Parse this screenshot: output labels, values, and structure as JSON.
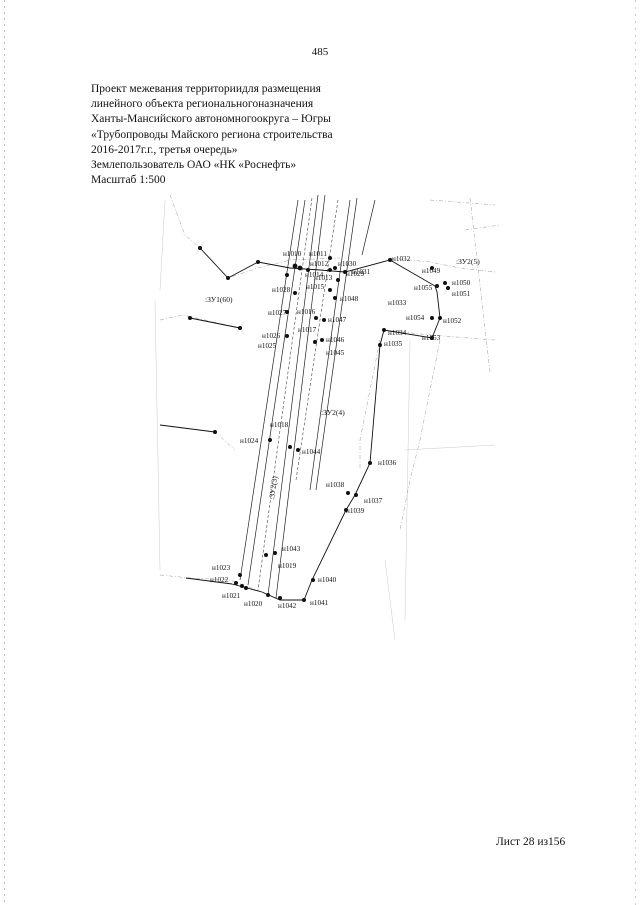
{
  "page_number": "485",
  "header": {
    "lines": [
      "Проект межевания территориидля размещения",
      "линейного объекта региональногоназначения",
      "Ханты-Мансийского автономногоокруга – Югры",
      "«Трубопроводы Майского региона строительства",
      "2016-2017г.г., третья очередь»",
      "Землепользователь ОАО «НК «Роснефть»",
      "Масштаб 1:500"
    ]
  },
  "plan": {
    "zones": [
      ":ЗУ1(60)",
      ":ЗУ2(4)",
      ":ЗУ2(3)",
      ":ЗУ2(5)"
    ],
    "points": [
      "н1010",
      "н1011",
      "н1012",
      "н1030",
      "н1031",
      "н1013",
      "н1032",
      "н1049",
      "н1014",
      "н1029",
      "н1015",
      "н1055",
      "н1050",
      "н1051",
      "н1028",
      "н1048",
      "н1033",
      "н1027",
      "н1016",
      "н1047",
      "н1054",
      "н1052",
      "н1026",
      "н1017",
      "н1046",
      "н1034",
      "н1053",
      "н1025",
      "н1045",
      "н1035",
      "н1018",
      "н1024",
      "н1044",
      "н1036",
      "н1038",
      "н1037",
      "н1039",
      "н1043",
      "н1019",
      "н1023",
      "н1040",
      "н1022",
      "н1021",
      "н1020",
      "н1042",
      "н1041"
    ]
  },
  "footer": {
    "sheet": "Лист 28 из156"
  }
}
